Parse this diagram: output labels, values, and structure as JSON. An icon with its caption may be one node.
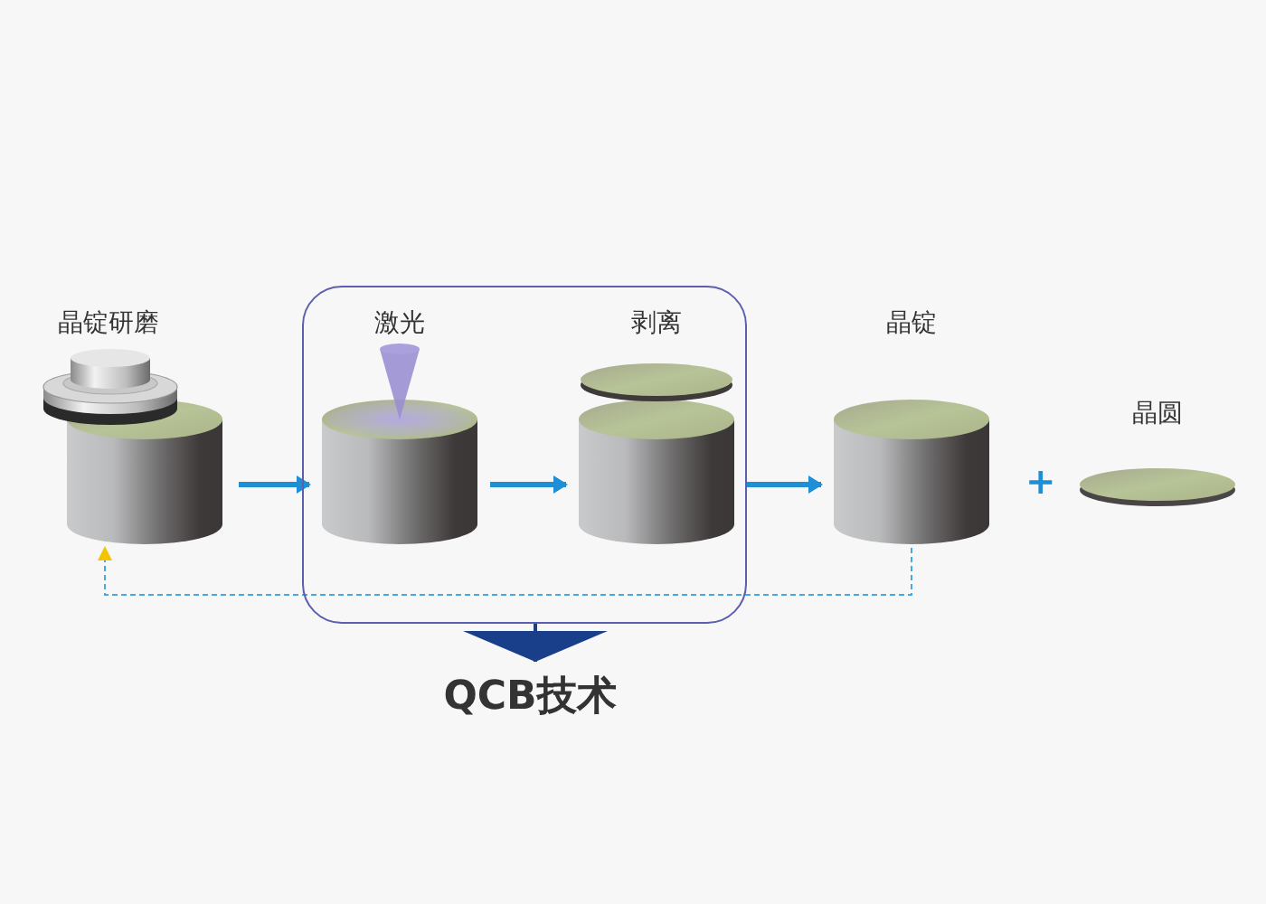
{
  "diagram": {
    "nodes": [
      {
        "text": [
          "晶锭研磨"
        ]
      },
      {
        "text": [],
        "shape": "box"
      },
      {
        "text": [
          "激光"
        ],
        "in": 1
      },
      {
        "text": [
          "剥离"
        ],
        "in": 1
      },
      {
        "text": [
          "晶锭"
        ]
      },
      {
        "text": [
          "晶圆"
        ]
      },
      {
        "text": [
          "QCB技术"
        ]
      }
    ],
    "edges": [
      {
        "from": 0,
        "to": 2,
        "arrow": "to"
      },
      {
        "from": 2,
        "to": 3,
        "arrow": "to"
      },
      {
        "from": 3,
        "to": 4,
        "arrow": "to"
      },
      {
        "from": 4,
        "to": 0,
        "arrow": "to",
        "style": "dashed",
        "color": "#4aa8e0"
      },
      {
        "from": 1,
        "to": 6,
        "arrow": "to",
        "color": "#1a3f8a"
      }
    ],
    "labels": [
      "+"
    ]
  }
}
